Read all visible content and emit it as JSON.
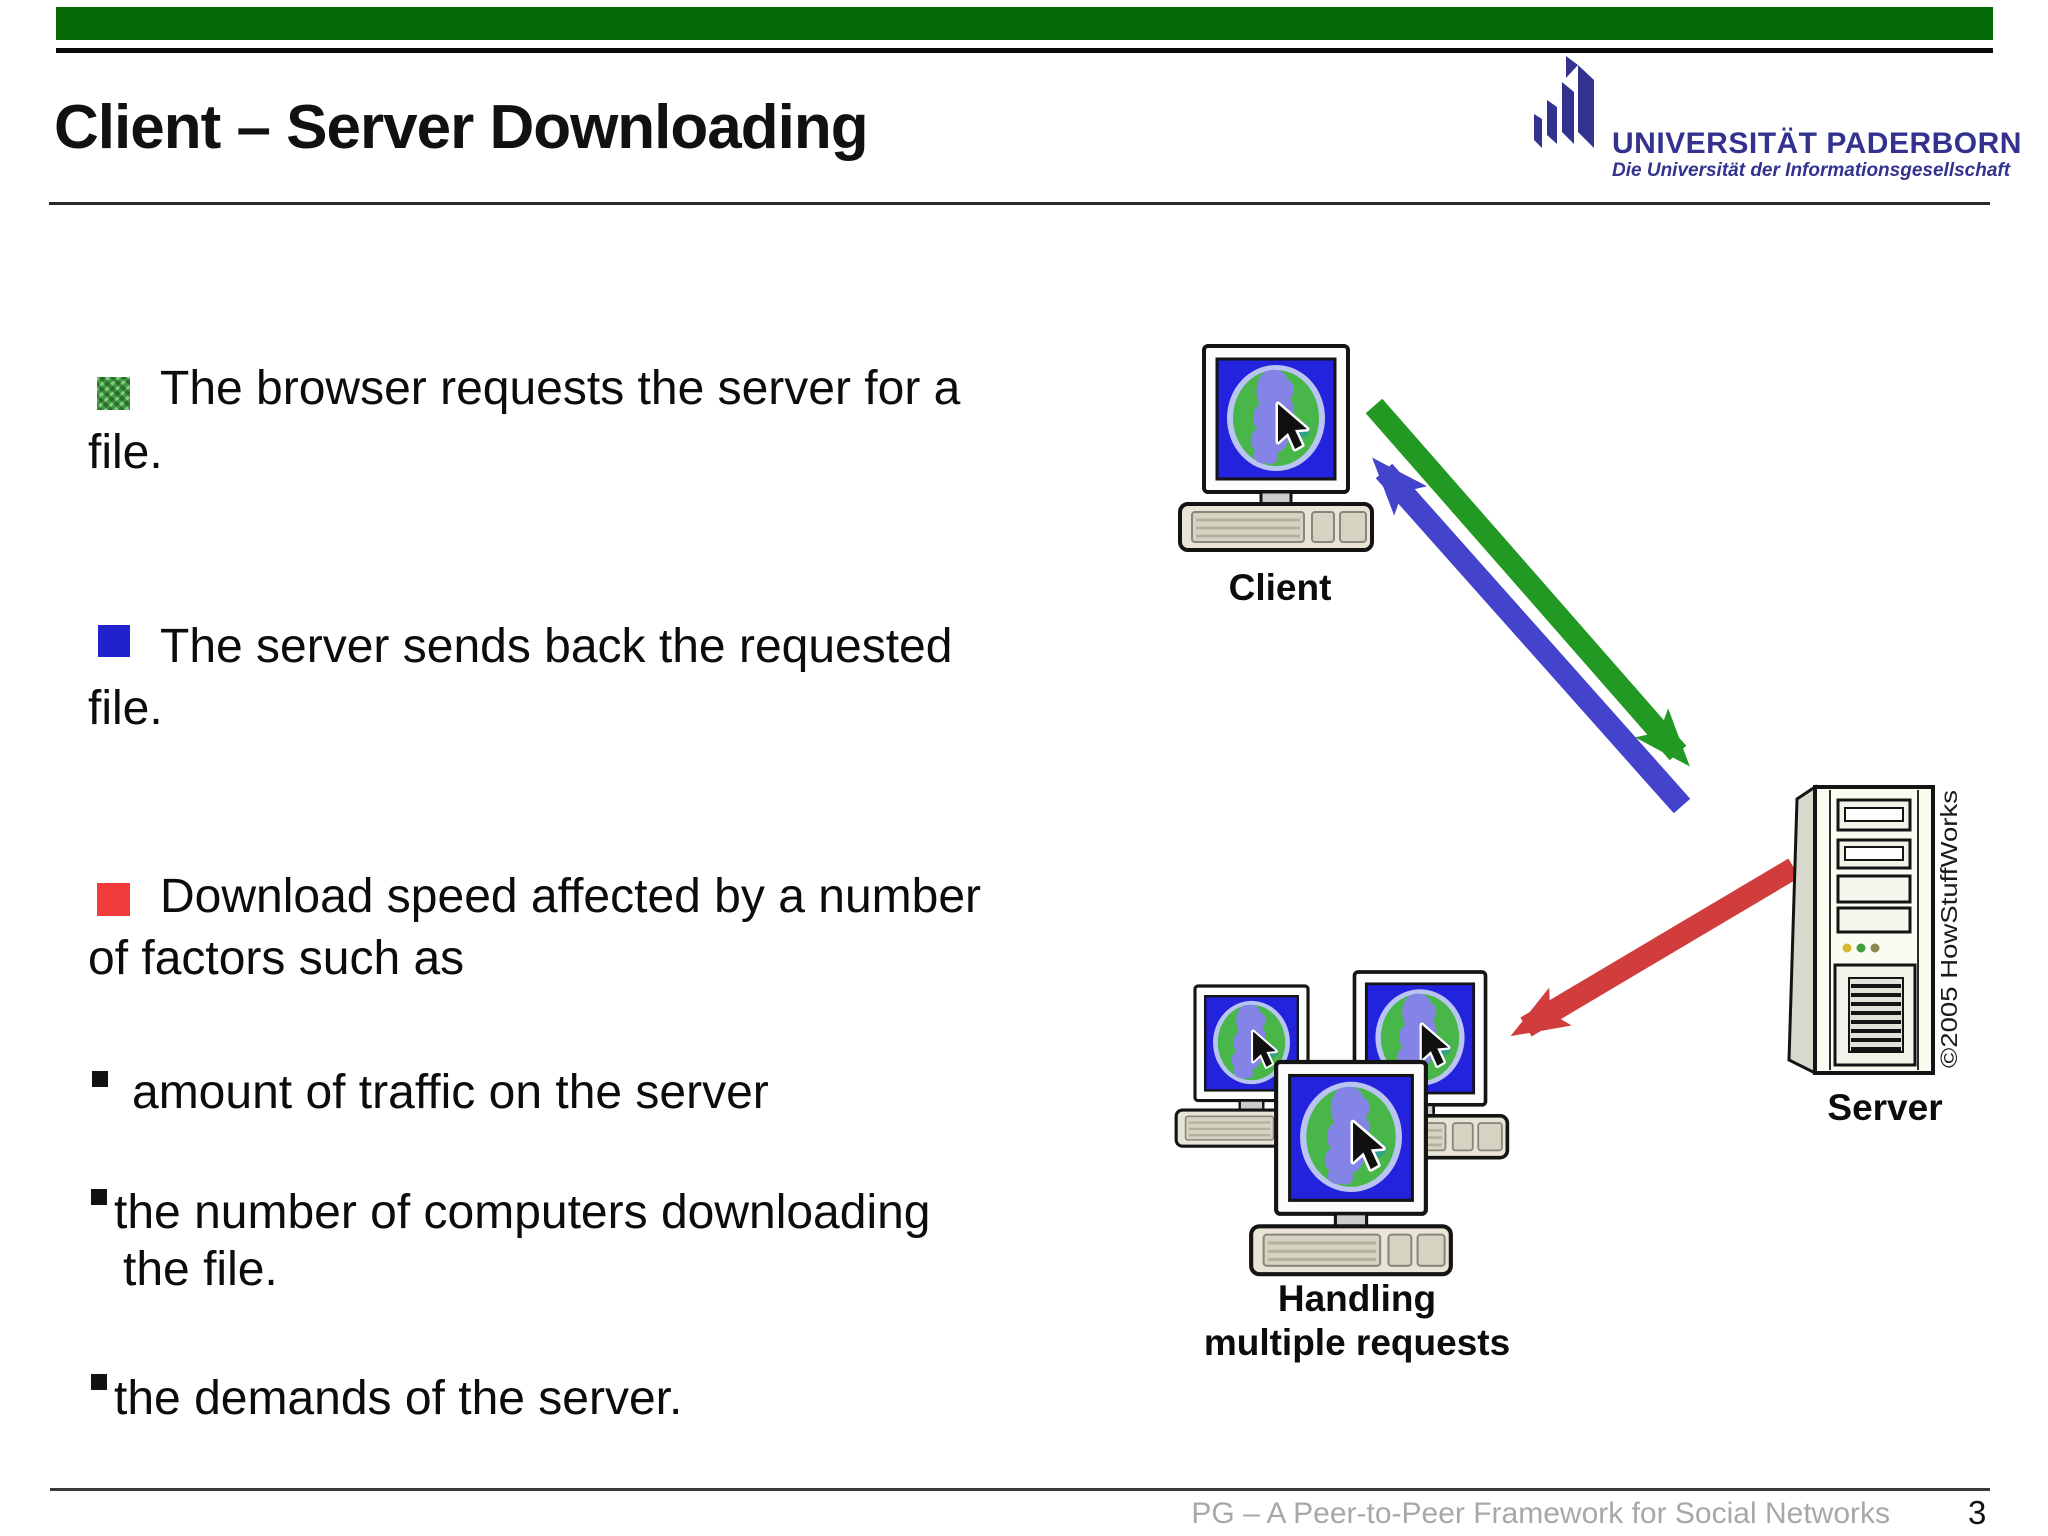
{
  "header": {
    "title": "Client – Server Downloading"
  },
  "logo": {
    "name": "UNIVERSITÄT PADERBORN",
    "tagline": "Die Universität der Informationsgesellschaft",
    "color": "#33338f"
  },
  "bullets": [
    {
      "marker_color": "green-textured #3f9b43",
      "lines": [
        "The browser requests the server for a",
        "file."
      ]
    },
    {
      "marker_color": "#2222cc",
      "lines": [
        "The server sends back the requested",
        "file."
      ]
    },
    {
      "marker_color": "#f23b3b",
      "lines": [
        "Download speed affected by a number",
        "of factors such as"
      ]
    }
  ],
  "sub_bullets": [
    {
      "lines": [
        "amount of traffic on the server"
      ]
    },
    {
      "lines": [
        "the number of computers downloading",
        "the file."
      ]
    },
    {
      "lines": [
        "the demands of the server."
      ]
    }
  ],
  "diagram": {
    "client_label": "Client",
    "server_label": "Server",
    "cluster_label": [
      "Handling",
      "multiple requests"
    ],
    "watermark": "©2005 HowStuffWorks",
    "arrows": {
      "request_color": "#229922",
      "response_color": "#4343cb",
      "distribute_color": "#d13c3c"
    },
    "screen_color": "#2323dd"
  },
  "footer": {
    "text": "PG – A Peer-to-Peer Framework for Social Networks",
    "page": "3"
  },
  "colors": {
    "top_bar": "#066a06",
    "background": "#ffffff"
  }
}
